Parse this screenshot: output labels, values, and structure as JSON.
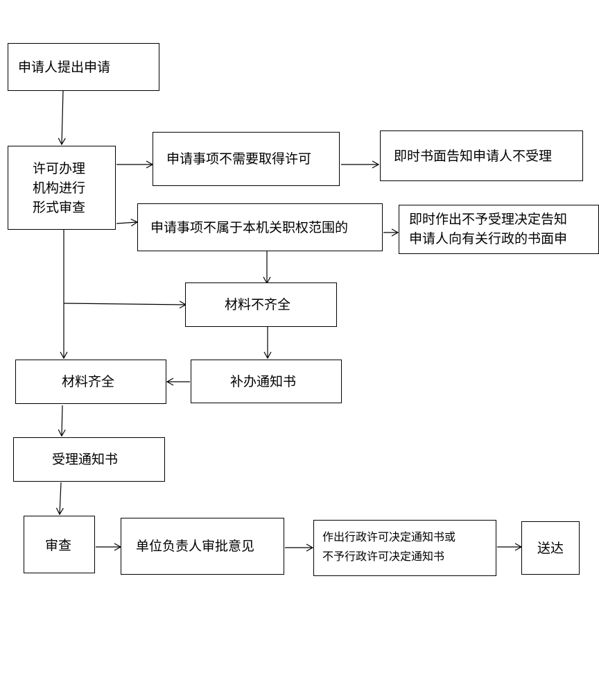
{
  "nodes": {
    "apply": "申请人提出申请",
    "review_lines": [
      "许可办理",
      "机构进行",
      "形式审查"
    ],
    "no_need_permit": "申请事项不需要取得许可",
    "notify_not_accept": "即时书面告知申请人不受理",
    "not_in_scope": "申请事项不属于本机关职权范围的",
    "not_accept_decision_lines": [
      "即时作出不予受理决定告知",
      "申请人向有关行政的书面申"
    ],
    "materials_incomplete": "材料不齐全",
    "supplement_notice": "补办通知书",
    "materials_complete": "材料齐全",
    "accept_notice": "受理通知书",
    "examine": "审查",
    "leader_approval": "单位负责人审批意见",
    "decision_lines": [
      "作出行政许可决定通知书或",
      "不予行政许可决定通知书"
    ],
    "deliver": "送达"
  }
}
